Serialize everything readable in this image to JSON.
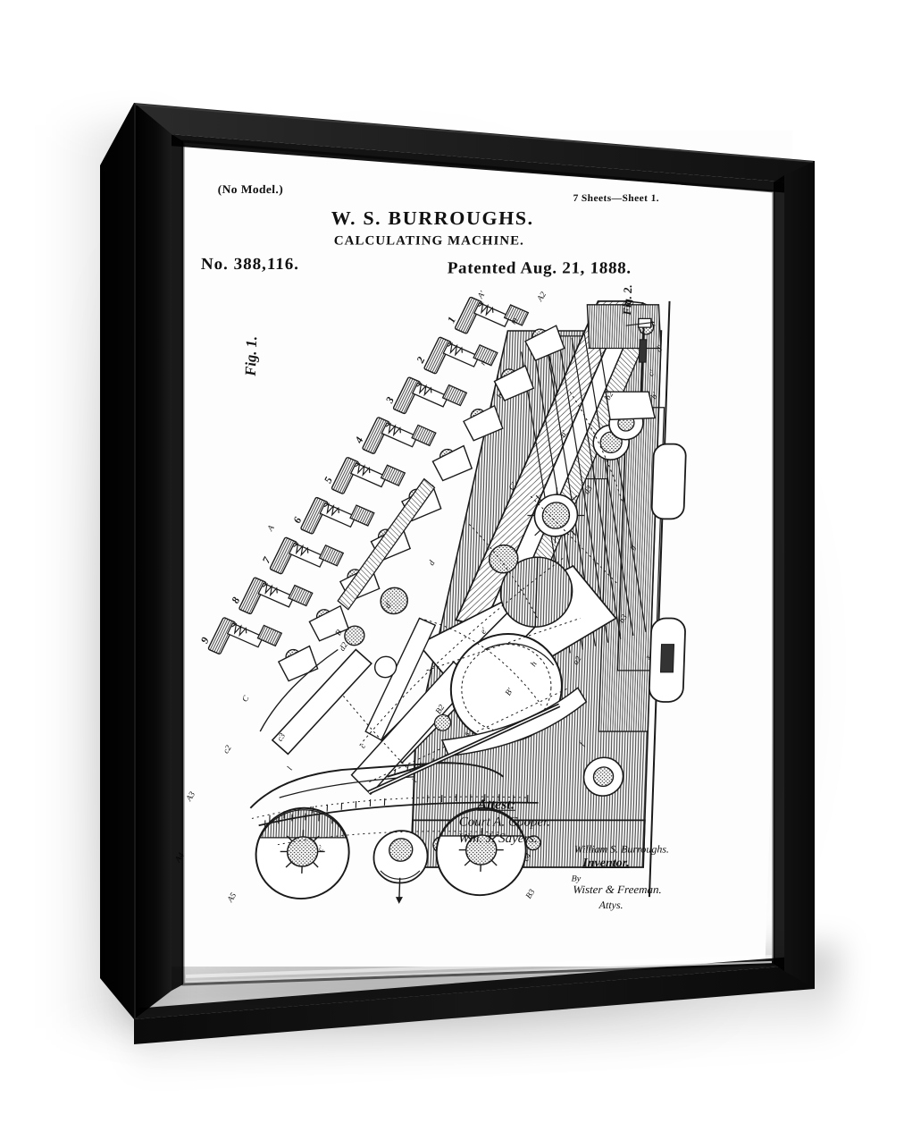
{
  "product": {
    "type": "framed-canvas-wall-art",
    "frame_color": "#0d0d0d",
    "canvas_color": "#ffffff",
    "background_color": "#ffffff"
  },
  "artwork": {
    "kind": "patent-drawing",
    "header": {
      "no_model": "(No Model.)",
      "sheets": "7 Sheets—Sheet 1.",
      "inventor_line": "W. S. BURROUGHS.",
      "title_line": "CALCULATING MACHINE.",
      "patent_number": "No. 388,116.",
      "patent_date": "Patented Aug. 21, 1888."
    },
    "figures": [
      {
        "label": "Fig. 1."
      },
      {
        "label": "Fig. 2."
      }
    ],
    "signature_block": {
      "attest_heading": "Attest:",
      "witness_1": "Court A. Cooper.",
      "witness_2": "Wm. J. Sayers.",
      "inventor_signature": "William S. Burroughs.",
      "inventor_label": "Inventor.",
      "by_label": "By",
      "attorneys": "Wister & Freeman.",
      "attorneys_label": "Attys."
    },
    "key_numbers": [
      "1",
      "2",
      "3",
      "4",
      "5",
      "6",
      "7",
      "8",
      "9"
    ],
    "reference_letters": [
      "A",
      "A'",
      "A2",
      "A3",
      "A4",
      "A5",
      "B",
      "B'",
      "B2",
      "B3",
      "C",
      "C'",
      "c",
      "c'",
      "c2",
      "c3",
      "c4",
      "d",
      "d'",
      "d2",
      "d3",
      "b",
      "b'",
      "b2",
      "b3",
      "x",
      "x'",
      "m",
      "m'",
      "n",
      "n'",
      "a",
      "a'",
      "a2",
      "e",
      "e'",
      "f",
      "g",
      "h",
      "i",
      "k",
      "l",
      "s",
      "t"
    ],
    "fig2_labels": [
      "x'",
      "d'",
      "c'",
      "b'",
      "e'"
    ]
  }
}
